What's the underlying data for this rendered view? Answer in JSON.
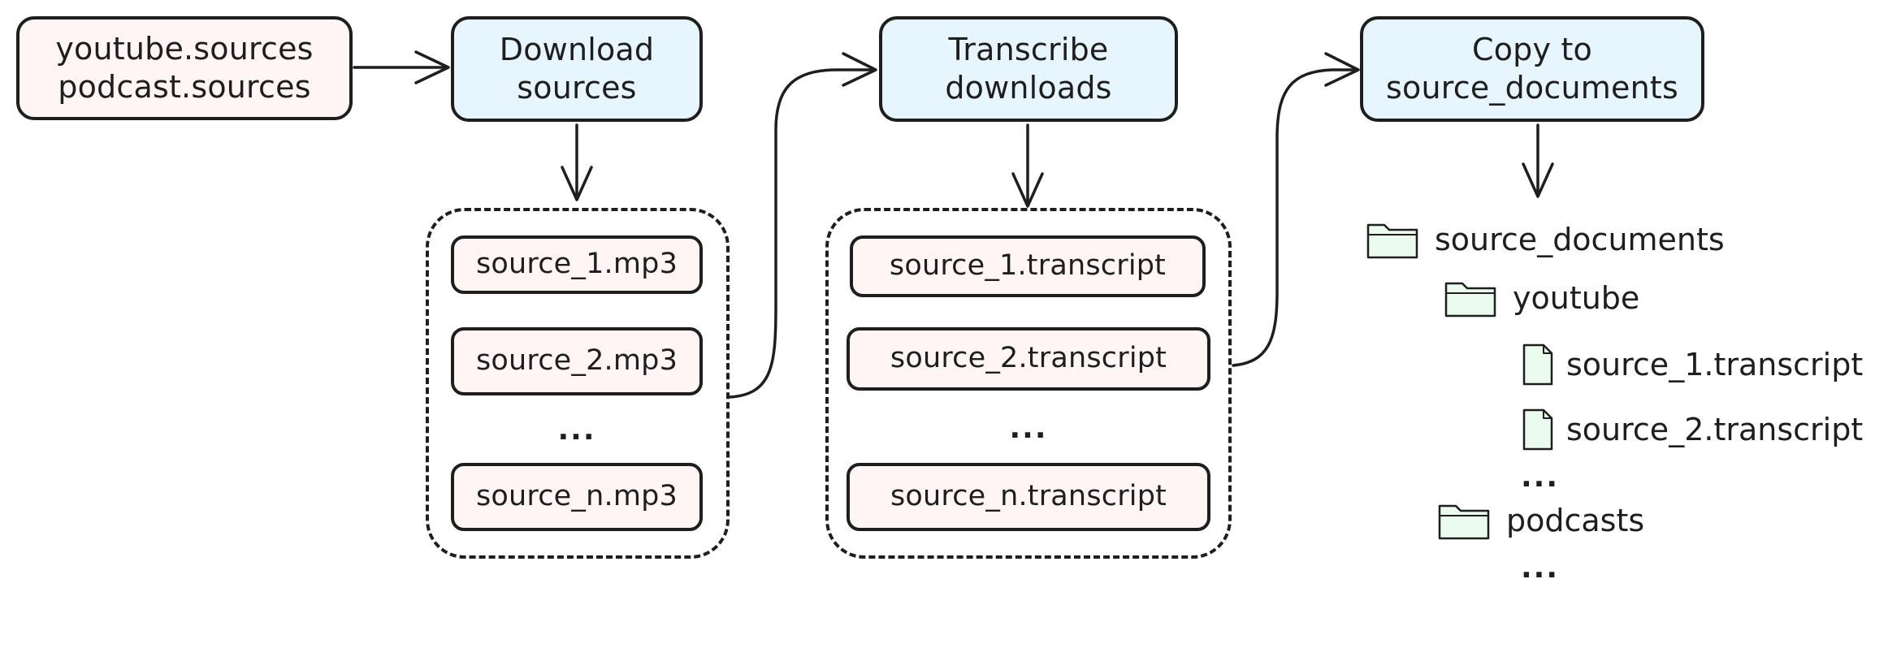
{
  "inputs": {
    "line1": "youtube.sources",
    "line2": "podcast.sources"
  },
  "steps": {
    "download": {
      "line1": "Download",
      "line2": "sources"
    },
    "transcribe": {
      "line1": "Transcribe",
      "line2": "downloads"
    },
    "copy": {
      "line1": "Copy to",
      "line2": "source_documents"
    }
  },
  "mp3_files": {
    "file1": "source_1.mp3",
    "file2": "source_2.mp3",
    "ellipsis": "...",
    "filen": "source_n.mp3"
  },
  "transcripts": {
    "file1": "source_1.transcript",
    "file2": "source_2.transcript",
    "ellipsis": "...",
    "filen": "source_n.transcript"
  },
  "tree": {
    "root": "source_documents",
    "youtube": "youtube",
    "yt_file1": "source_1.transcript",
    "yt_file2": "source_2.transcript",
    "yt_ellipsis": "...",
    "podcasts": "podcasts",
    "podcasts_ellipsis": "..."
  },
  "colors": {
    "stroke": "#1e1e1e",
    "source_fill": "#fff5f5",
    "step_fill": "#e7f5ff",
    "folder_fill": "#ebfbee"
  }
}
